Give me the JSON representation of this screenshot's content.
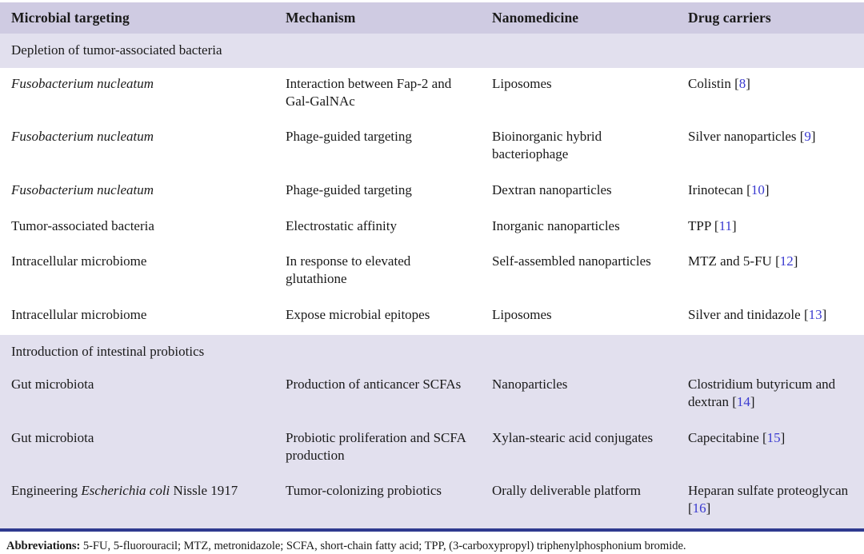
{
  "table": {
    "columns": [
      "Microbial targeting",
      "Mechanism",
      "Nanomedicine",
      "Drug carriers"
    ],
    "sections": [
      {
        "title": "Depletion of tumor-associated bacteria",
        "shaded": false,
        "rows": [
          {
            "target_pre": "",
            "target_italic": "Fusobacterium nucleatum",
            "target_post": "",
            "mechanism": "Interaction between Fap-2 and Gal-GalNAc",
            "nanomedicine": "Liposomes",
            "carrier": "Colistin",
            "ref": "8"
          },
          {
            "target_pre": "",
            "target_italic": "Fusobacterium nucleatum",
            "target_post": "",
            "mechanism": "Phage-guided targeting",
            "nanomedicine": "Bioinorganic hybrid bacteriophage",
            "carrier": "Silver nanoparticles",
            "ref": "9"
          },
          {
            "target_pre": "",
            "target_italic": "Fusobacterium nucleatum",
            "target_post": "",
            "mechanism": "Phage-guided targeting",
            "nanomedicine": "Dextran nanoparticles",
            "carrier": "Irinotecan",
            "ref": "10"
          },
          {
            "target_pre": "Tumor-associated bacteria",
            "target_italic": "",
            "target_post": "",
            "mechanism": "Electrostatic affinity",
            "nanomedicine": "Inorganic nanoparticles",
            "carrier": "TPP",
            "ref": "11"
          },
          {
            "target_pre": "Intracellular microbiome",
            "target_italic": "",
            "target_post": "",
            "mechanism": "In response to elevated glutathione",
            "nanomedicine": "Self-assembled nanoparticles",
            "carrier": "MTZ and 5-FU",
            "ref": "12"
          },
          {
            "target_pre": "Intracellular microbiome",
            "target_italic": "",
            "target_post": "",
            "mechanism": "Expose microbial epitopes",
            "nanomedicine": "Liposomes",
            "carrier": "Silver and tinidazole",
            "ref": "13"
          }
        ]
      },
      {
        "title": "Introduction of intestinal probiotics",
        "shaded": true,
        "rows": [
          {
            "target_pre": "Gut microbiota",
            "target_italic": "",
            "target_post": "",
            "mechanism": "Production of anticancer SCFAs",
            "nanomedicine": "Nanoparticles",
            "carrier": "Clostridium butyricum and dextran",
            "ref": "14"
          },
          {
            "target_pre": "Gut microbiota",
            "target_italic": "",
            "target_post": "",
            "mechanism": "Probiotic proliferation and SCFA production",
            "nanomedicine": "Xylan-stearic acid conjugates",
            "carrier": "Capecitabine",
            "ref": "15"
          },
          {
            "target_pre": "Engineering ",
            "target_italic": "Escherichia coli",
            "target_post": " Nissle 1917",
            "mechanism": "Tumor-colonizing probiotics",
            "nanomedicine": "Orally deliverable platform",
            "carrier": "Heparan sulfate proteoglycan",
            "ref": "16"
          }
        ]
      }
    ]
  },
  "footnote": {
    "lead": "Abbreviations:",
    "text": " 5-FU, 5-fluorouracil; MTZ, metronidazole; SCFA, short-chain fatty acid; TPP, (3-carboxypropyl) triphenylphosphonium bromide."
  },
  "colors": {
    "header_background": "#cfcbe2",
    "shaded_row_background": "#e2e0ee",
    "reference_link": "#3a3ad0",
    "bottom_rule": "#2e3a8f",
    "text": "#1a1a1a"
  }
}
